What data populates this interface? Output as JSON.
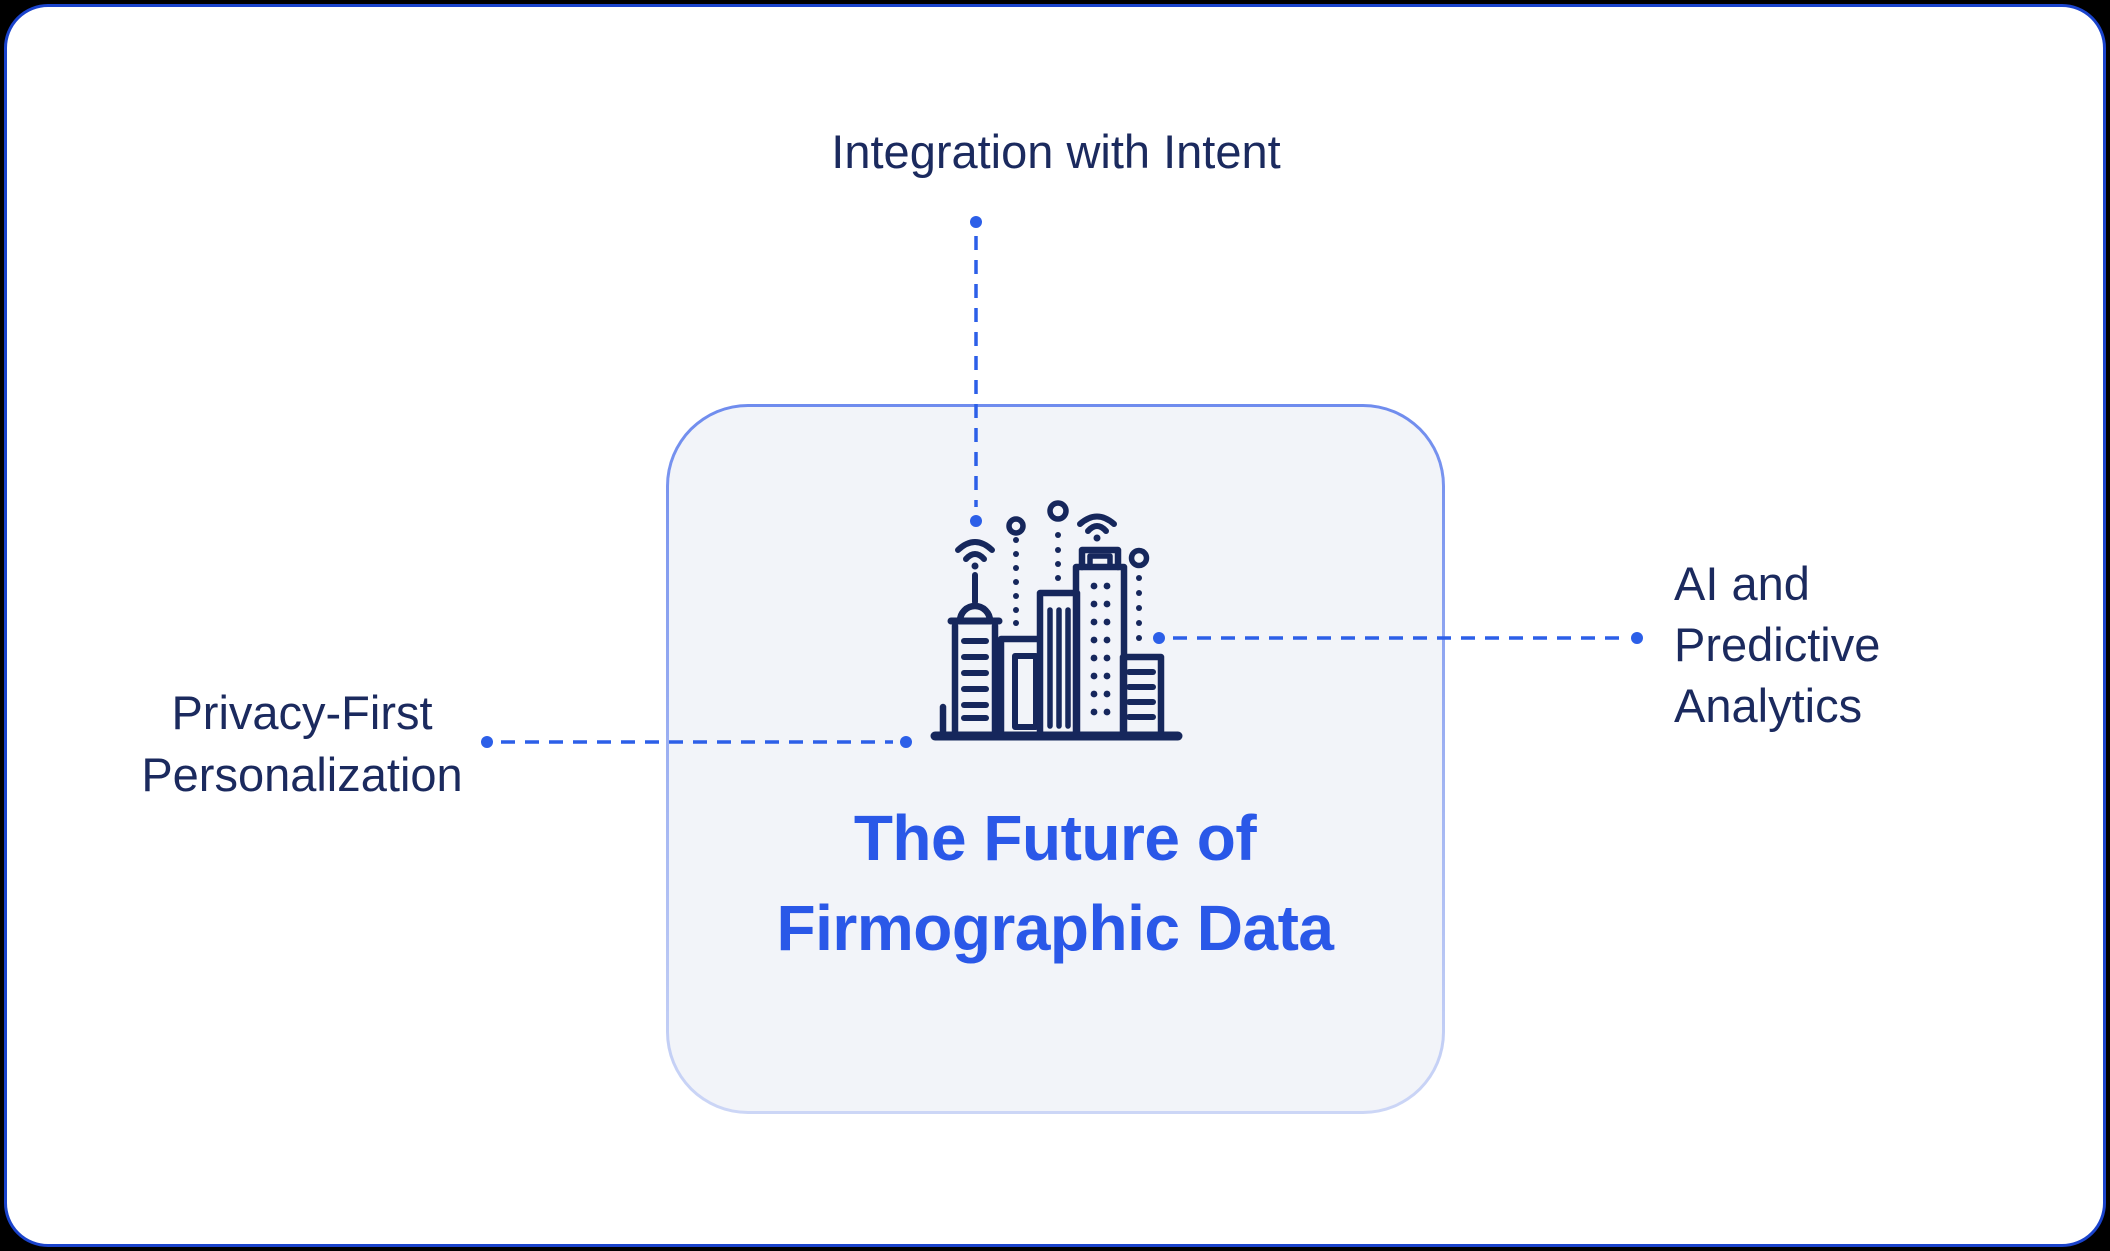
{
  "theme": {
    "page_bg": "#000000",
    "frame_bg": "#ffffff",
    "frame_border": "#1a43cc",
    "card_bg": "#f2f4f9",
    "card_border_top": "#6f8cee",
    "card_border_bottom": "#ccd6f6",
    "label_navy": "#1b2a5e",
    "title_blue": "#2a58e8",
    "connector_blue": "#2c5fe8",
    "icon_stroke": "#16275c"
  },
  "diagram": {
    "center": {
      "title_line1": "The Future of",
      "title_line2": "Firmographic Data",
      "icon": "smart-city-buildings"
    },
    "labels": {
      "top": "Integration with Intent",
      "left_line1": "Privacy-First",
      "left_line2": "Personalization",
      "right_line1": "AI and",
      "right_line2": "Predictive",
      "right_line3": "Analytics"
    }
  }
}
